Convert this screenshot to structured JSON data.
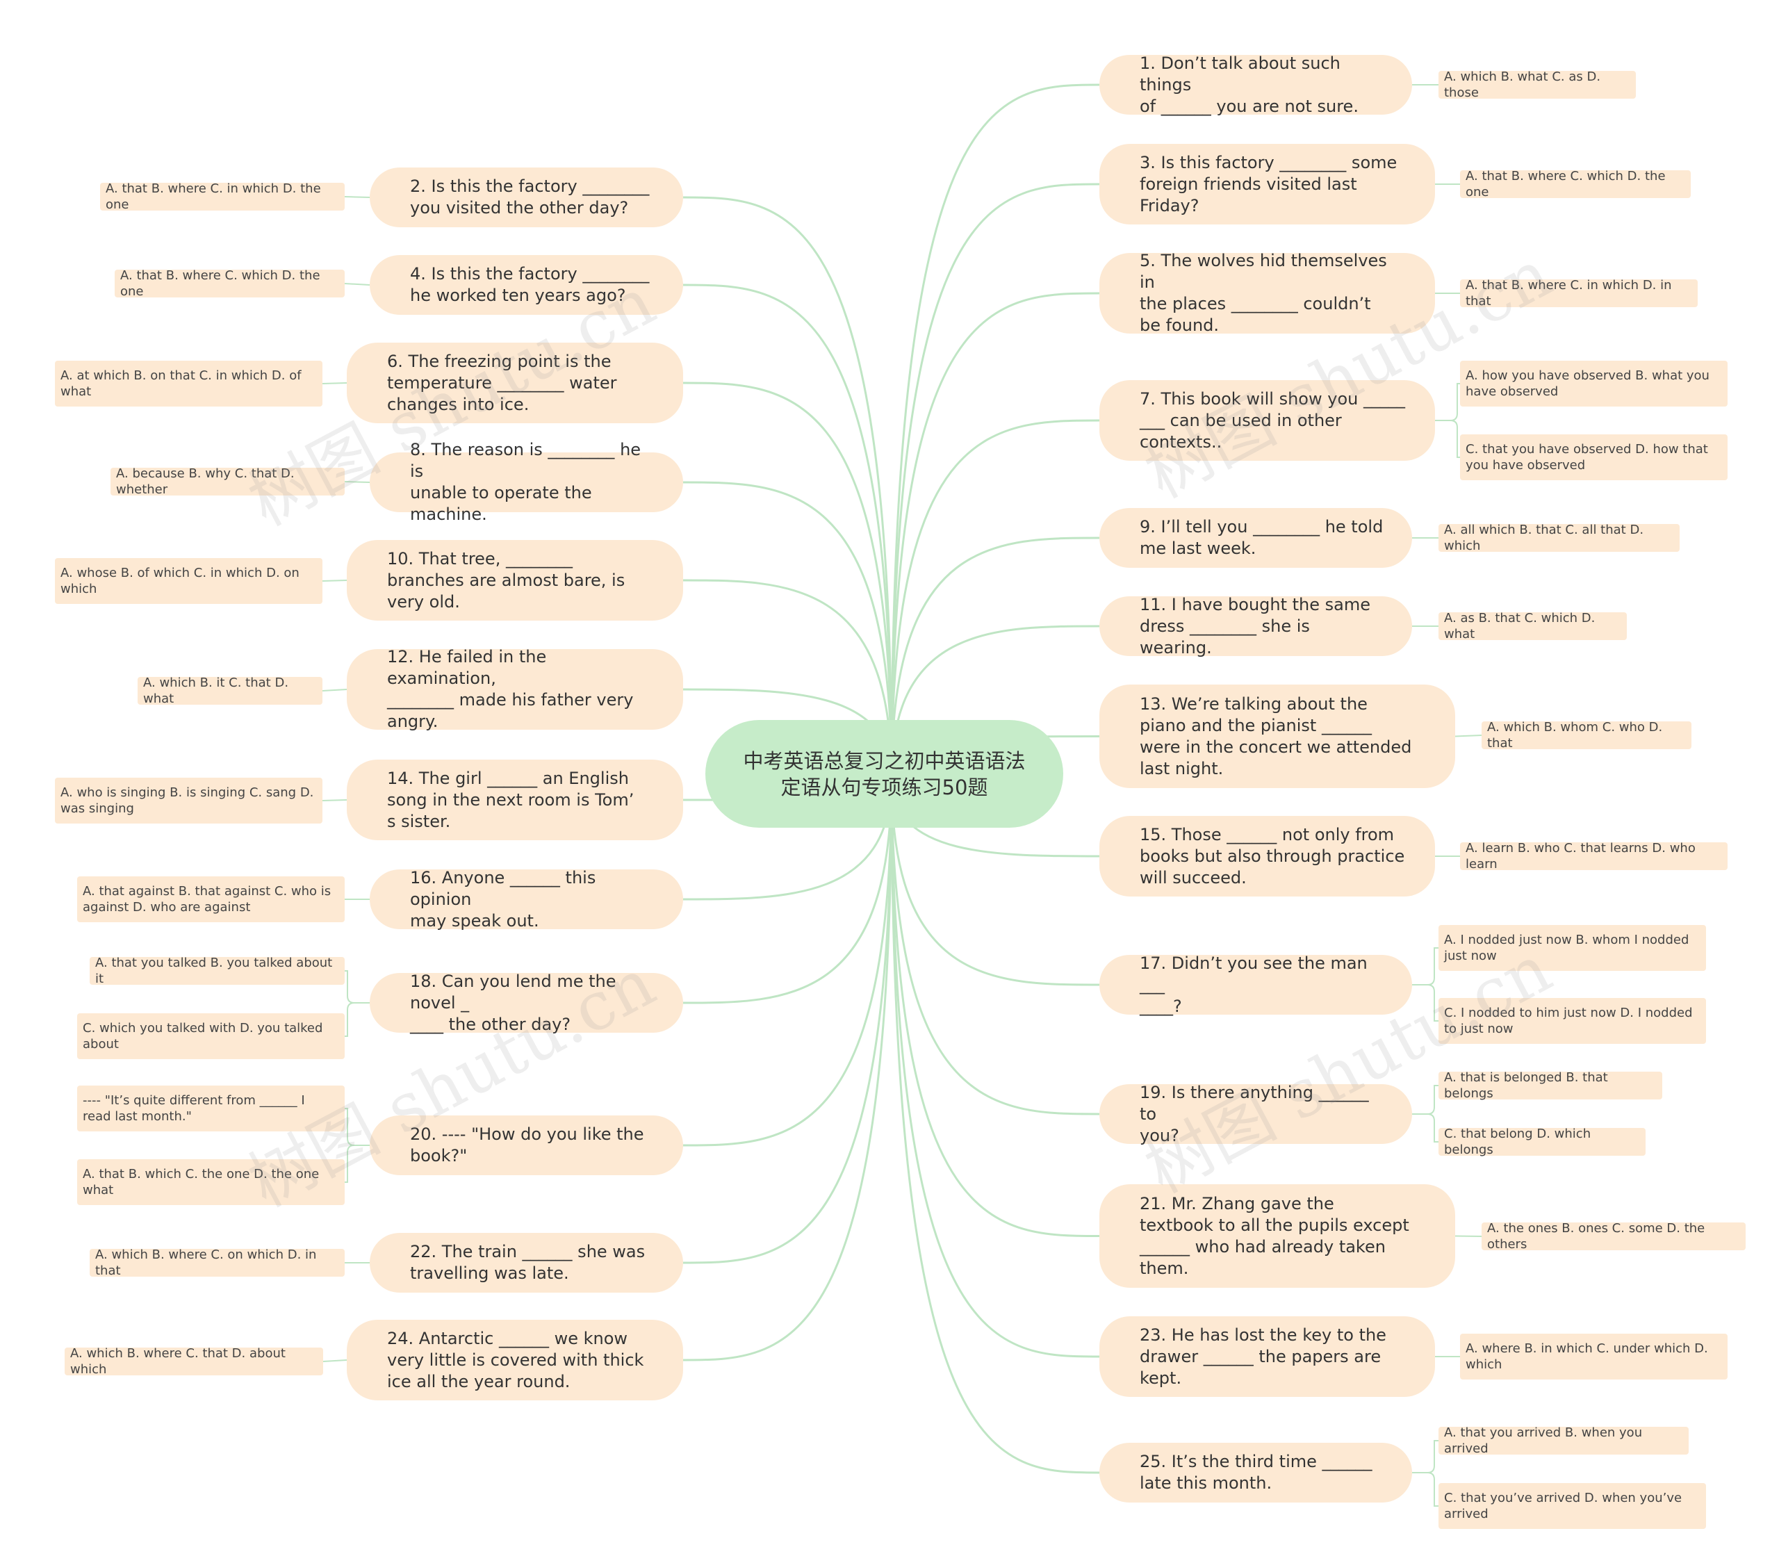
{
  "center_title": "中考英语总复习之初中英语语法定语从句专项练习50题",
  "watermark": "树图 shutu.cn",
  "colors": {
    "root": "#c6ecc9",
    "node": "#fde9d3",
    "edge": "#bfe5c4"
  },
  "questions": [
    {
      "q": "1. Don’t talk about such things\n of ______ you are not sure.",
      "options": [
        "A. which B. what C. as D. those"
      ]
    },
    {
      "q": "2. Is this the factory ________\nyou visited the other day?",
      "options": [
        "A. that B. where C. in which D. the one"
      ]
    },
    {
      "q": "3. Is this factory ________ some\nforeign friends visited last\nFriday?",
      "options": [
        "A. that B. where C. which D. the one"
      ]
    },
    {
      "q": "4. Is this the factory ________\nhe worked ten years ago?",
      "options": [
        "A. that B. where C. which D. the one"
      ]
    },
    {
      "q": "5. The wolves hid themselves in\nthe places ________ couldn’t\nbe found.",
      "options": [
        "A. that B. where C. in which D. in that"
      ]
    },
    {
      "q": "6. The freezing point is the\ntemperature ________ water\nchanges into ice.",
      "options": [
        "A. at which B. on that C. in which D. of\nwhat"
      ]
    },
    {
      "q": "7. This book will show you _____\n___ can be used in other\ncontexts..",
      "options": [
        "A. how you have observed B. what you\nhave observed",
        "C. that you have observed D. how that\nyou have observed"
      ]
    },
    {
      "q": "8. The reason is ________ he is\nunable to operate the machine.",
      "options": [
        "A. because B. why C. that D. whether"
      ]
    },
    {
      "q": "9. I’ll tell you ________ he told\n me last week.",
      "options": [
        "A. all which B. that C. all that D. which"
      ]
    },
    {
      "q": "10. That tree, ________\nbranches are almost bare, is\nvery old.",
      "options": [
        "A. whose B. of which C. in which D. on\nwhich"
      ]
    },
    {
      "q": "11. I have bought the same\ndress ________ she is wearing.",
      "options": [
        "A. as B. that C. which D. what"
      ]
    },
    {
      "q": "12. He failed in the examination,\n ________ made his father very\nangry.",
      "options": [
        "A. which B. it C. that D. what"
      ]
    },
    {
      "q": "13. We’re talking about the\npiano and the pianist ______\nwere in the concert we attended\n last night.",
      "options": [
        "A. which B. whom C. who D. that"
      ]
    },
    {
      "q": "14. The girl ______ an English\nsong in the next room is Tom’\ns sister.",
      "options": [
        "A. who is singing B. is singing C. sang D.\nwas singing"
      ]
    },
    {
      "q": "15. Those ______ not only from\nbooks but also through practice\n will succeed.",
      "options": [
        "A. learn B. who C. that learns D. who learn"
      ]
    },
    {
      "q": "16. Anyone ______ this opinion\nmay speak out.",
      "options": [
        "A. that against B. that against C. who is\nagainst D. who are against"
      ]
    },
    {
      "q": "17. Didn’t you see the man ___\n____?",
      "options": [
        "A. I nodded just now B. whom I nodded\njust now",
        "C. I nodded to him just now D. I nodded\nto just now"
      ]
    },
    {
      "q": "18. Can you lend me the novel _\n____ the other day?",
      "options": [
        "A. that you talked B. you talked about it",
        "C. which you talked with D. you talked\nabout"
      ]
    },
    {
      "q": "19. Is there anything ______ to\nyou?",
      "options": [
        "A. that is belonged B. that belongs",
        "C. that belong D. which belongs"
      ]
    },
    {
      "q": "20. ---- \"How do you like the\nbook?\"",
      "options": [
        "---- \"It’s quite different from ______ I\nread last month.\"",
        "A. that B. which C. the one D. the one\nwhat"
      ]
    },
    {
      "q": "21. Mr. Zhang gave the\ntextbook to all the pupils except\n ______ who had already taken\nthem.",
      "options": [
        "A. the ones B. ones C. some D. the others"
      ]
    },
    {
      "q": "22. The train ______ she was\ntravelling was late.",
      "options": [
        "A. which B. where C. on which D. in that"
      ]
    },
    {
      "q": "23. He has lost the key to the\ndrawer ______ the papers are\nkept.",
      "options": [
        "A. where B. in which C. under which D.\nwhich"
      ]
    },
    {
      "q": "24. Antarctic ______ we know\nvery little is covered with thick\nice all the year round.",
      "options": [
        "A. which B. where C. that D. about which"
      ]
    },
    {
      "q": "25. It’s the third time ______\nlate this month.",
      "options": [
        "A. that you arrived B. when you arrived",
        "C. that you’ve arrived D. when you’ve\narrived"
      ]
    }
  ]
}
